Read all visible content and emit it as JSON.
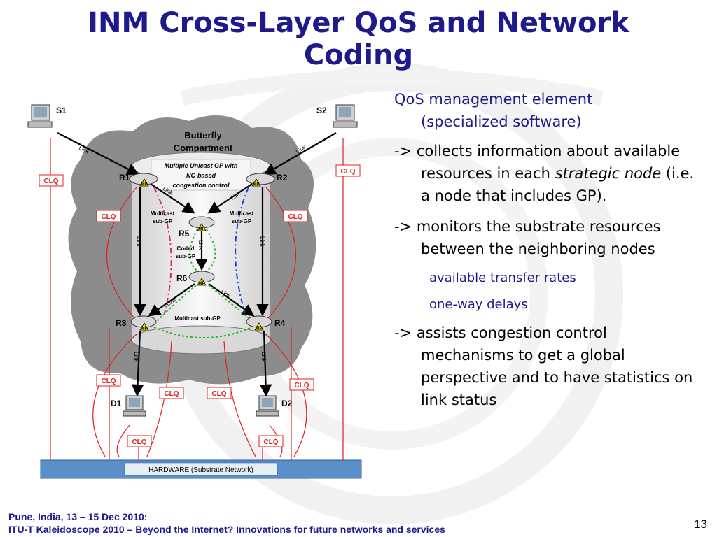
{
  "slide": {
    "title_line1": "INM Cross-Layer QoS and Network",
    "title_line2": "Coding",
    "page_number": "13"
  },
  "diagram": {
    "compartment_label_1": "Butterfly",
    "compartment_label_2": "Compartment",
    "gp_label_1": "Multiple Unicast GP with",
    "gp_label_2": "NC-based",
    "gp_label_3": "congestion control",
    "nodes": {
      "S1": "S1",
      "S2": "S2",
      "R1": "R1",
      "R2": "R2",
      "R3": "R3",
      "R4": "R4",
      "R5": "R5",
      "R6": "R6",
      "D1": "D1",
      "D2": "D2"
    },
    "mp_label": "MP",
    "link_label": "Link",
    "clq_label": "CLQ",
    "multicast_left_1": "Multicast",
    "multicast_left_2": "sub-GP",
    "multicast_right_1": "Multicast",
    "multicast_right_2": "sub-GP",
    "coded_1": "Coded",
    "coded_2": "sub-GP",
    "multicast_bottom": "Multicast sub-GP",
    "hardware_label": "HARDWARE (Substrate Network)"
  },
  "content": {
    "heading_line1": "QoS management element",
    "heading_line2": "(specialized software)",
    "bullet1_main": "-> collects information about available resources in each",
    "bullet1_italic": "strategic node",
    "bullet1_rest": " (i.e. a node that includes GP).",
    "bullet2": "-> monitors the substrate resources between the neighboring nodes",
    "sub1": "available transfer rates",
    "sub2": "one-way delays",
    "bullet3": "-> assists congestion control mechanisms to get a global perspective and to have statistics on link status"
  },
  "footer": {
    "line1": "Pune, India, 13 – 15 Dec 2010:",
    "line2": "ITU-T Kaleidoscope 2010 – Beyond the Internet? Innovations for future networks and services"
  },
  "colors": {
    "title": "#1f1a8c",
    "clq_red": "#e02020",
    "cloud": "#8c8c8c",
    "hardware_blue": "#5b8fc9",
    "mp_yellow": "#f2e200"
  }
}
